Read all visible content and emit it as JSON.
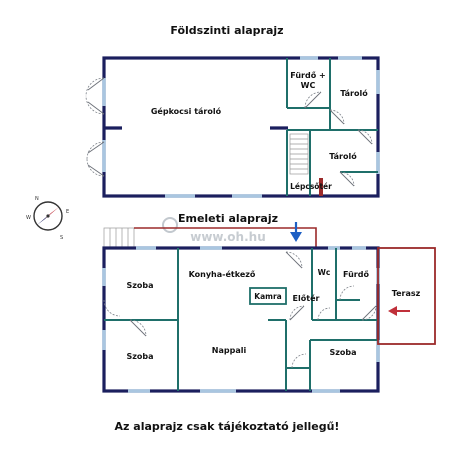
{
  "titles": {
    "ground_floor": "Földszinti alaprajz",
    "upper_floor": "Emeleti alaprajz",
    "disclaimer": "Az alaprajz csak tájékoztató jellegű!"
  },
  "watermark": "www.oh.hu",
  "ground_floor_rooms": {
    "garage": "Gépkocsi tároló",
    "bathroom_line1": "Fürdő +",
    "bathroom_line2": "WC",
    "storage_top": "Tároló",
    "storage_bottom": "Tároló",
    "stairwell": "Lépcsőtér"
  },
  "upper_floor_rooms": {
    "room_top_left": "Szoba",
    "room_bottom_left": "Szoba",
    "kitchen": "Konyha-étkező",
    "pantry": "Kamra",
    "living": "Nappali",
    "wc": "Wc",
    "bathroom": "Fürdő",
    "hall": "Előtér",
    "room_right": "Szoba",
    "terrace": "Terasz"
  },
  "compass": {
    "label_n": "N",
    "label_e": "E",
    "label_s": "S",
    "label_w": "W"
  },
  "colors": {
    "outer_wall": "#1b1f5e",
    "inner_wall": "#1f6f6a",
    "window": "#a9c6e0",
    "terrace": "#9b2a2a",
    "entrance_arrow": "#1d5fc4",
    "terrace_arrow": "#c0303a"
  }
}
